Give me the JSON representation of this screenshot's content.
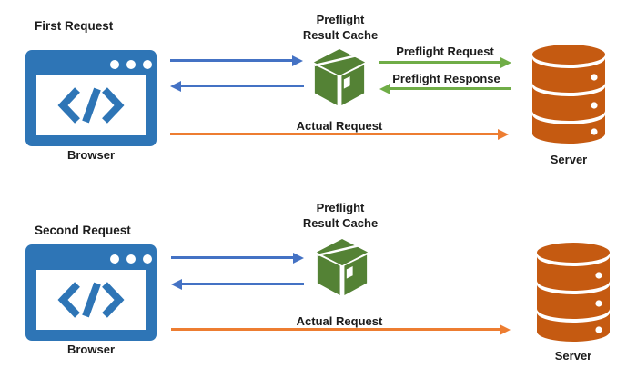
{
  "colors": {
    "arrow_blue": "#4472C4",
    "arrow_green": "#70AD47",
    "arrow_orange": "#ED7D31",
    "browser_blue": "#2E75B6",
    "cache_green": "#548235",
    "server_orange": "#C55A11",
    "text": "#1c1c1c"
  },
  "first": {
    "title": "First Request",
    "browser": "Browser",
    "cache_line1": "Preflight",
    "cache_line2": "Result Cache",
    "server": "Server",
    "preflight_request": "Preflight Request",
    "preflight_response": "Preflight Response",
    "actual_request": "Actual Request"
  },
  "second": {
    "title": "Second Request",
    "browser": "Browser",
    "cache_line1": "Preflight",
    "cache_line2": "Result Cache",
    "server": "Server",
    "actual_request": "Actual Request"
  }
}
